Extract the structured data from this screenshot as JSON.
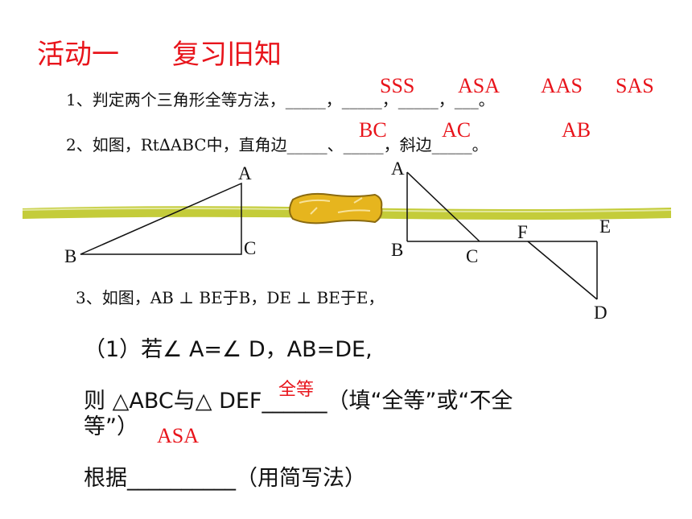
{
  "activity": {
    "title": "活动一",
    "subtitle": "复习旧知"
  },
  "q1": {
    "text": "1、判定两个三角形全等方法，_____，_____，_____，___。",
    "answers": [
      "SSS",
      "ASA",
      "AAS",
      "SAS"
    ]
  },
  "q2": {
    "text": "2、如图，Rt∆ABC中，直角边_____、_____，斜边_____。",
    "answers": [
      "BC",
      "AC",
      "AB"
    ]
  },
  "figure1": {
    "labels": {
      "A": "A",
      "B": "B",
      "C": "C"
    }
  },
  "figure2": {
    "labels": {
      "A": "A",
      "B": "B",
      "C": "C",
      "D": "D",
      "E": "E",
      "F": "F"
    }
  },
  "q3": {
    "text": "3、如图，AB ⊥ BE于B，DE ⊥ BE于E，",
    "part1": "（1）若∠ A=∠ D，AB=DE,",
    "line2": "则 △ABC与△ DEF______（填“全等”或“不全",
    "line3": "等”）",
    "line4": "根据__________（用简写法）",
    "answer_congruent": "全等",
    "answer_method": "ASA"
  },
  "colors": {
    "accent": "#e8141b",
    "bar": "#c4cc3a",
    "scroll": "#e6b51e"
  }
}
